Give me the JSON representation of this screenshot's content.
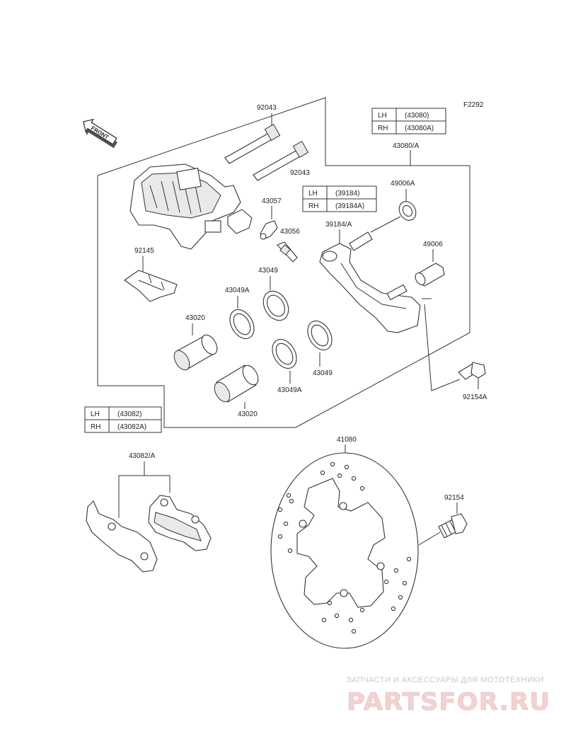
{
  "figure_code": "F2292",
  "front_label": "FRONT",
  "labels": {
    "caliper_pin_top": "92043",
    "caliper_pin_bottom": "92043",
    "bracket": "43080/A",
    "seal_boot": "49006A",
    "boot": "49006",
    "bracket_pin": "39184/A",
    "bleeder_cap": "43057",
    "bleeder_valve": "43056",
    "pad_spring": "92145",
    "piston_seal_top": "43049",
    "dust_seal_left": "43049A",
    "piston_left": "43020",
    "piston_seal_right": "43049",
    "dust_seal_right": "43049A",
    "piston_right": "43020",
    "bracket_bolt": "92154A",
    "pads": "43082/A",
    "disc": "41080",
    "disc_bolt": "92154"
  },
  "tables": {
    "bracket": [
      {
        "side": "LH",
        "part": "(43080)"
      },
      {
        "side": "RH",
        "part": "(43080A)"
      }
    ],
    "pin": [
      {
        "side": "LH",
        "part": "(39184)"
      },
      {
        "side": "RH",
        "part": "(39184A)"
      }
    ],
    "pads": [
      {
        "side": "LH",
        "part": "(43082)"
      },
      {
        "side": "RH",
        "part": "(43082A)"
      }
    ]
  },
  "watermark": {
    "subtitle": "ЗАПЧАСТИ И АКСЕССУАРЫ ДЛЯ МОТОТЕХНИКИ",
    "brand": "PARTSFOR.RU"
  }
}
